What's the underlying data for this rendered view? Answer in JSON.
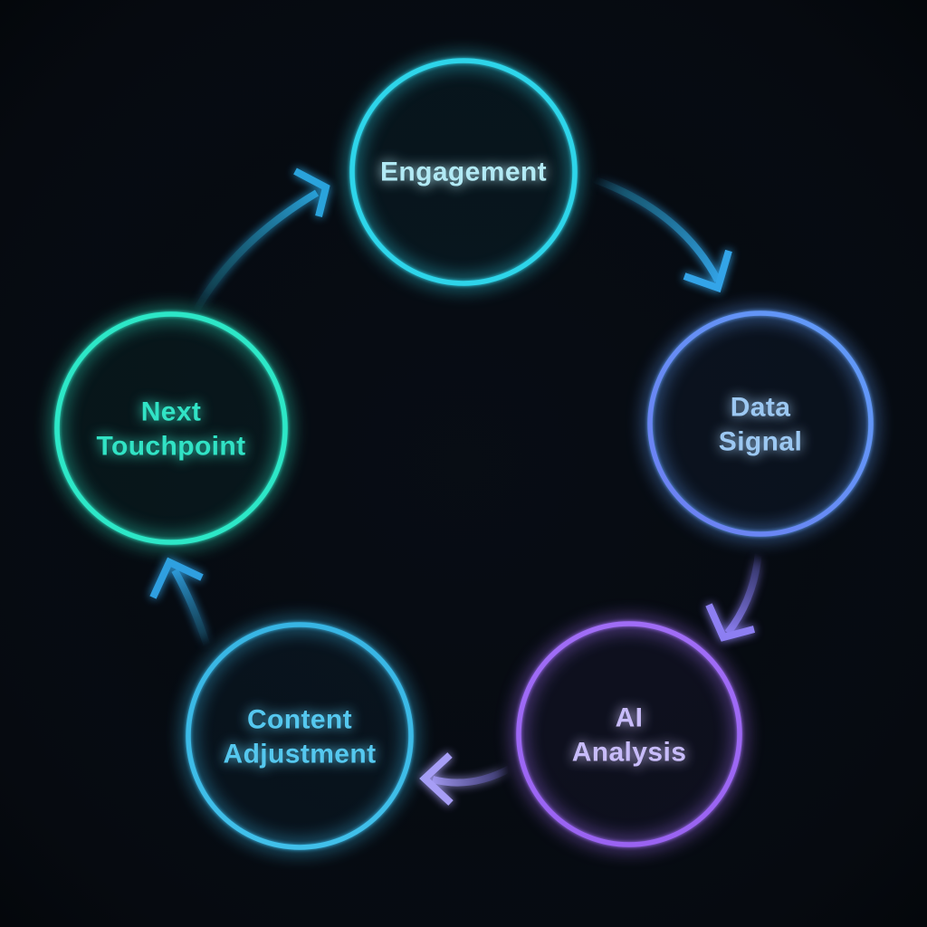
{
  "diagram": {
    "type": "cycle",
    "background_color": "#060a10",
    "nodes": [
      {
        "id": "engagement",
        "lines": [
          "Engagement"
        ],
        "ring_color": "#2ed5ea",
        "ring_color_2": "#2ed5ea",
        "text_color": "#b2eaf5"
      },
      {
        "id": "data-signal",
        "lines": [
          "Data",
          "Signal"
        ],
        "ring_color": "#5f9df8",
        "ring_color_2": "#6e7ef2",
        "text_color": "#9cc8f2"
      },
      {
        "id": "ai-analysis",
        "lines": [
          "AI",
          "Analysis"
        ],
        "ring_color": "#a06df6",
        "ring_color_2": "#9a63f2",
        "text_color": "#c8bcfa"
      },
      {
        "id": "content-adjustment",
        "lines": [
          "Content",
          "Adjustment"
        ],
        "ring_color": "#38b5e4",
        "ring_color_2": "#41c0ea",
        "text_color": "#55c8ef"
      },
      {
        "id": "next-touchpoint",
        "lines": [
          "Next",
          "Touchpoint"
        ],
        "ring_color": "#2de7c7",
        "ring_color_2": "#2de7c7",
        "text_color": "#31e3c5"
      }
    ],
    "arrows": [
      {
        "id": "engagement-to-data-signal",
        "from": "Engagement",
        "to": "Data Signal",
        "color_tail": "#1a6a85",
        "color_head": "#33a4e8"
      },
      {
        "id": "data-signal-to-ai-analysis",
        "from": "Data Signal",
        "to": "AI Analysis",
        "color_tail": "#47488f",
        "color_head": "#8d7ff2"
      },
      {
        "id": "ai-analysis-to-content-adjustment",
        "from": "AI Analysis",
        "to": "Content Adjustment",
        "color_tail": "#55509d",
        "color_head": "#a79ef6"
      },
      {
        "id": "content-adjustment-to-next-touchpoint",
        "from": "Content Adjustment",
        "to": "Next Touchpoint",
        "color_tail": "#174a60",
        "color_head": "#2f9fe0"
      },
      {
        "id": "next-touchpoint-to-engagement",
        "from": "Next Touchpoint",
        "to": "Engagement",
        "color_tail": "#14505e",
        "color_head": "#2aa3dc"
      }
    ]
  }
}
